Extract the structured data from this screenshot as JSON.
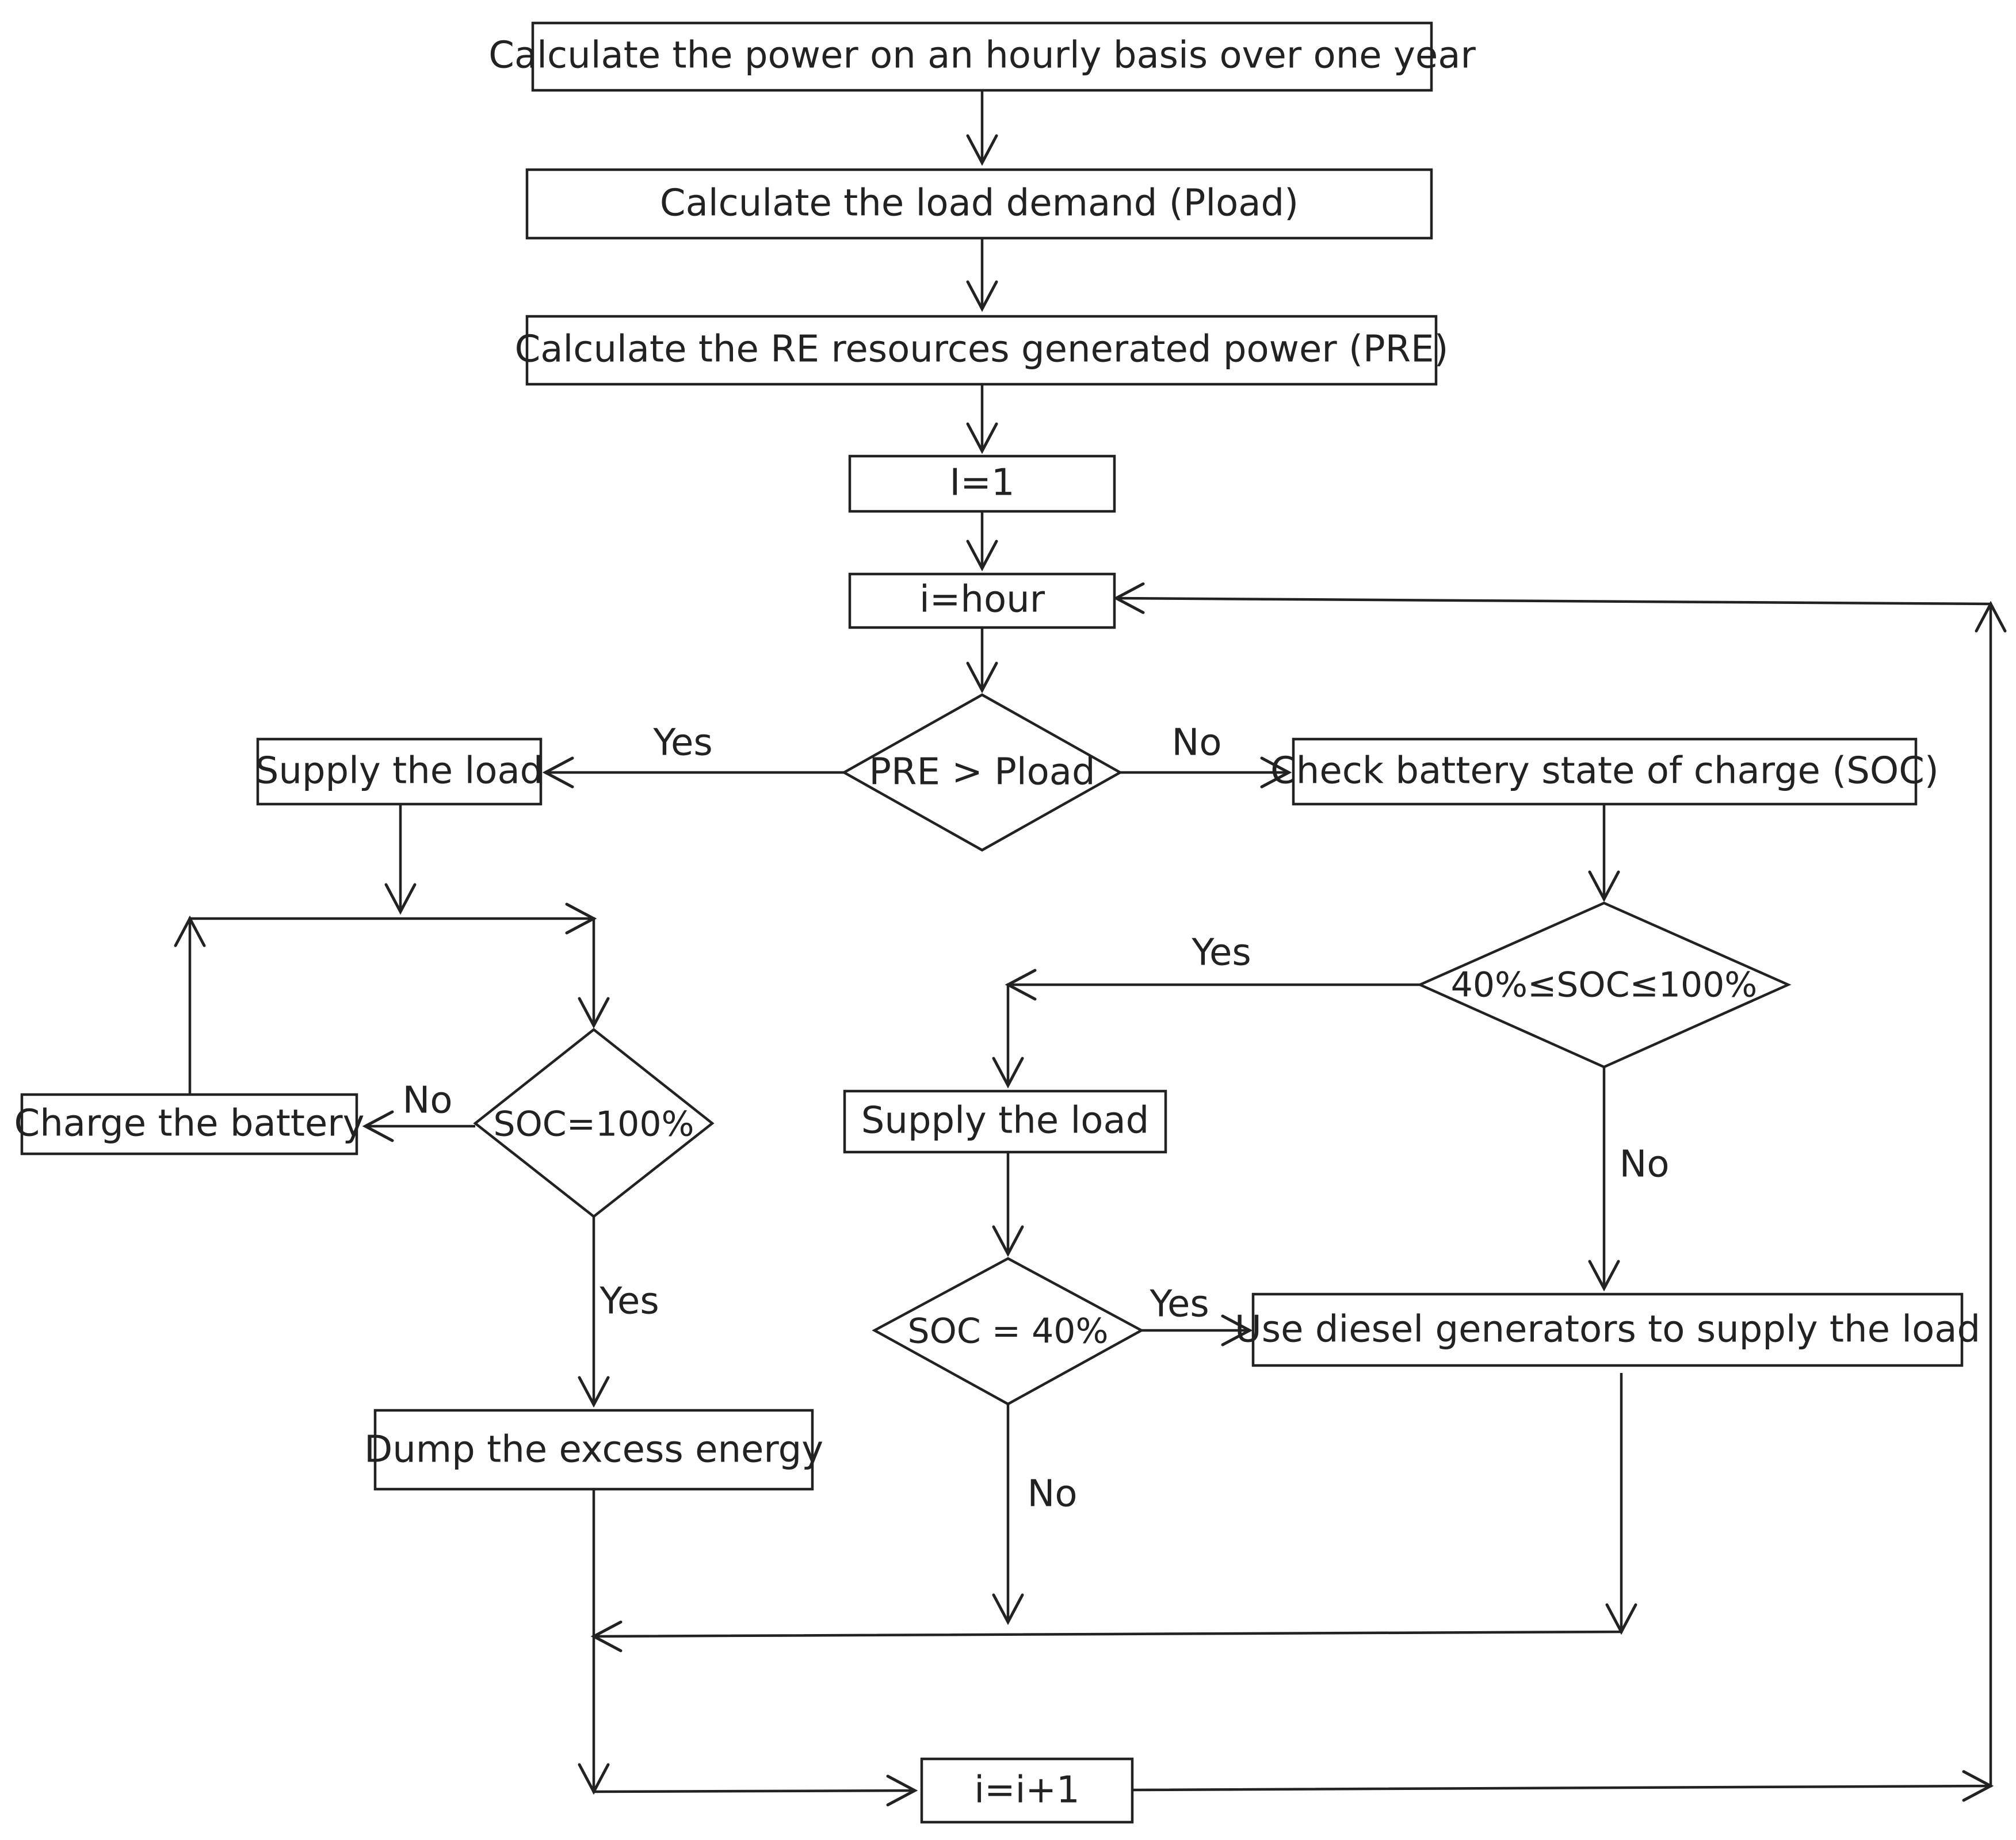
{
  "nodes": {
    "calc_power": "Calculate the power on an hourly basis over one year",
    "calc_load": "Calculate the load demand (Pload)",
    "calc_re": "Calculate the RE resources generated power (PRE)",
    "init_i": "I=1",
    "set_hour": "i=hour",
    "decision_pre": "PRE > Pload",
    "supply_load_left": "Supply the load",
    "check_soc": "Check battery state of charge (SOC)",
    "decision_soc_range": "40%≤SOC≤100%",
    "decision_soc_full": "SOC=100%",
    "charge_battery": "Charge the battery",
    "supply_load_mid": "Supply the load",
    "decision_soc_40": "SOC = 40%",
    "diesel": "Use diesel generators to supply the load",
    "dump": "Dump the excess energy",
    "increment": "i=i+1"
  },
  "edge_labels": {
    "pre_yes": "Yes",
    "pre_no": "No",
    "soc_range_yes": "Yes",
    "soc_range_no": "No",
    "soc_full_no": "No",
    "soc_full_yes": "Yes",
    "soc_40_yes": "Yes",
    "soc_40_no": "No"
  }
}
